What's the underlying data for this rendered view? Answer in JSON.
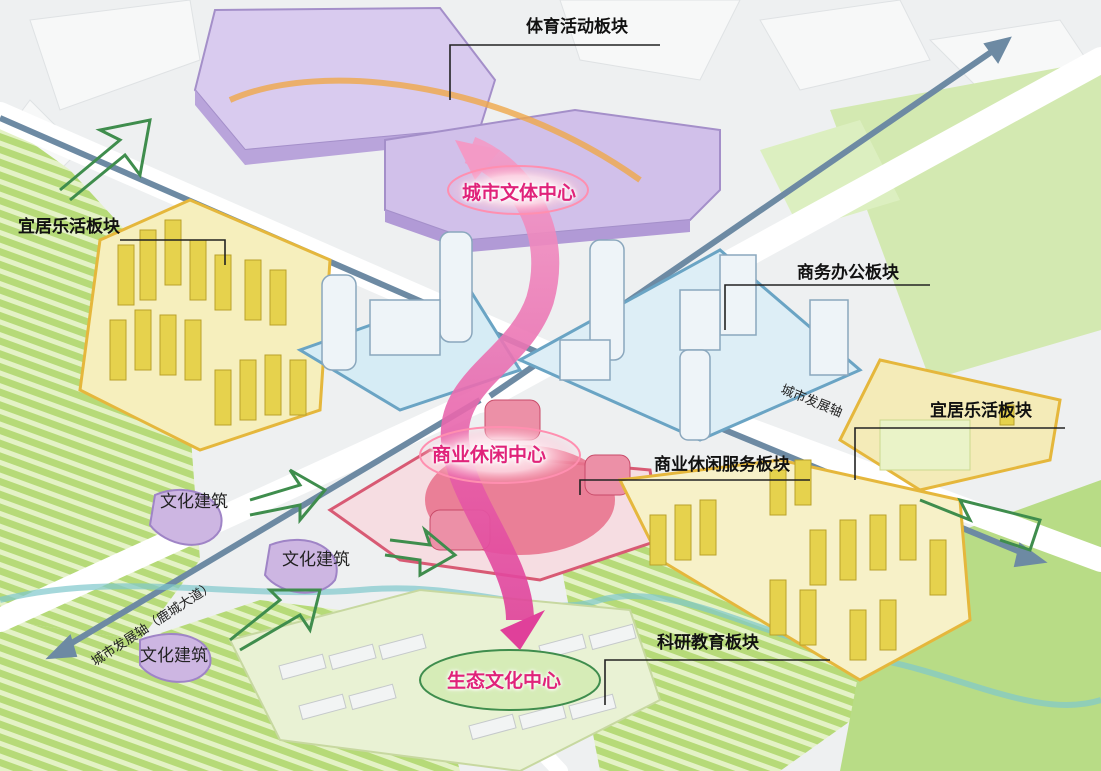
{
  "blocks": {
    "sports": "体育活动板块",
    "living_left": "宜居乐活板块",
    "business_office": "商务办公板块",
    "living_right": "宜居乐活板块",
    "commercial_service": "商业休闲服务板块",
    "research_education": "科研教育板块"
  },
  "centers": {
    "culture_sports": "城市文体中心",
    "commercial_leisure": "商业休闲中心",
    "eco_culture": "生态文化中心"
  },
  "culture_buildings": [
    "文化建筑",
    "文化建筑",
    "文化建筑"
  ],
  "axes": {
    "development_axis": "城市发展轴",
    "development_axis_road": "城市发展轴（鹿城大道）"
  },
  "colors": {
    "sports_purple": "#cbb8e4",
    "living_yellow": "#f3e27a",
    "business_blue": "#d5e8f2",
    "commercial_pink": "#e9748f",
    "green_park": "#c6e29a",
    "axis_blue": "#6d8aa3",
    "center_magenta": "#e0237a"
  }
}
